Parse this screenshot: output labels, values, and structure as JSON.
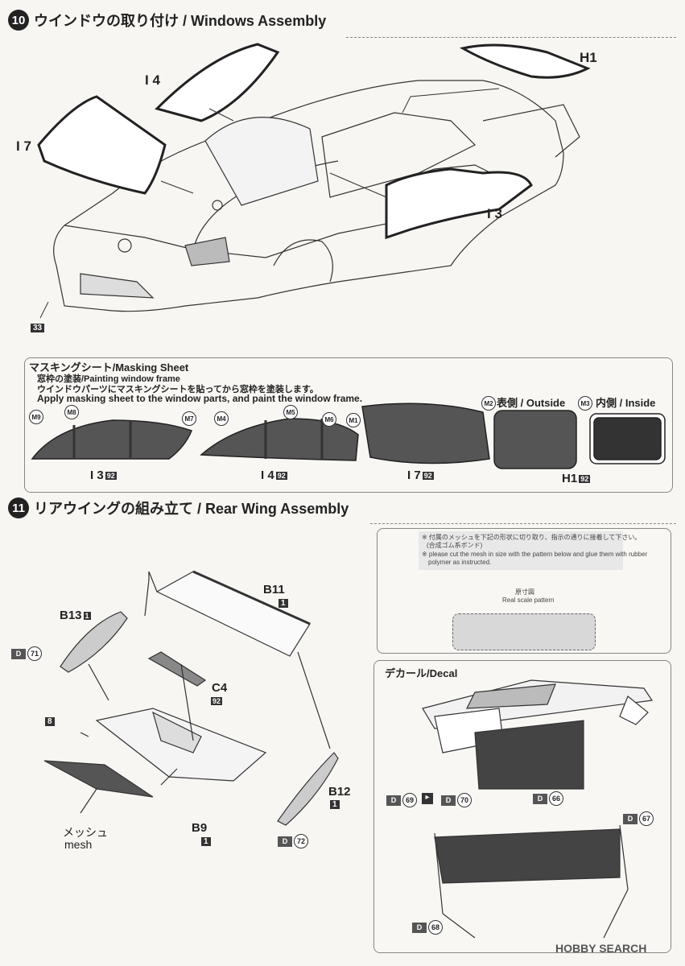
{
  "step10": {
    "num": "10",
    "title": "ウインドウの取り付け / Windows Assembly"
  },
  "step10_labels": {
    "i4": "I 4",
    "h1": "H1",
    "i7": "I 7",
    "i3": "I 3",
    "part33": "33"
  },
  "mask": {
    "title": "マスキングシート/Masking Sheet",
    "line1": "窓枠の塗装/Painting window frame",
    "line2": "ウインドウパーツにマスキングシートを貼ってから窓枠を塗装します。",
    "line3": "Apply masking sheet to the window parts, and paint the window frame.",
    "outside": "表側 / Outside",
    "inside": "内側 / Inside",
    "tags": [
      "M9",
      "M8",
      "M7",
      "M4",
      "M5",
      "M6",
      "M1",
      "M2",
      "M3"
    ],
    "parts": [
      {
        "label": "I 3",
        "num": "92"
      },
      {
        "label": "I 4",
        "num": "92"
      },
      {
        "label": "I 7",
        "num": "92"
      },
      {
        "label": "H1",
        "num": "92"
      }
    ]
  },
  "step11": {
    "num": "11",
    "title": "リアウイングの組み立て / Rear Wing Assembly"
  },
  "wing": {
    "b11": "B11",
    "b11n": "1",
    "b13": "B13",
    "b13n": "1",
    "c4": "C4",
    "c4n": "92",
    "b12": "B12",
    "b12n": "1",
    "b9": "B9",
    "b9n": "1",
    "p8": "8",
    "mesh_jp": "メッシュ",
    "mesh_en": "mesh",
    "d": "D",
    "d71": "71",
    "d72": "72"
  },
  "note": {
    "l1": "※ 付属のメッシュを下記の形状に切り取り、指示の通りに接着して下さい。",
    "l2": "(合成ゴム系ボンド)",
    "l3": "※ please cut the mesh in size with the pattern below and glue them with rubber",
    "l4": "polymer as instructed.",
    "scale_jp": "原寸図",
    "scale_en": "Real scale pattern"
  },
  "decal": {
    "title": "デカール/Decal",
    "d": "D",
    "n69": "69",
    "n70": "70",
    "n66": "66",
    "n67": "67",
    "n68": "68"
  },
  "watermark": "HOBBY SEARCH"
}
